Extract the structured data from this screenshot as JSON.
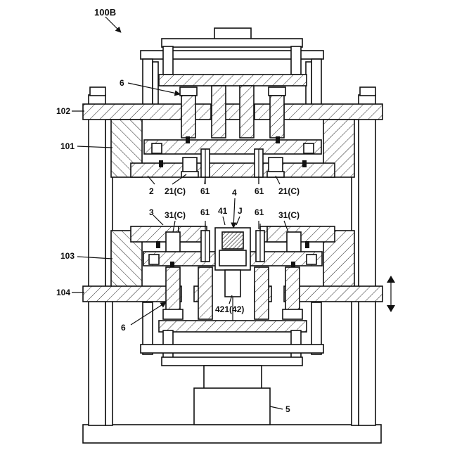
{
  "figure": {
    "id_label": "100B",
    "labels": {
      "l6_top": "6",
      "l102": "102",
      "l101": "101",
      "l2": "2",
      "l21c_a": "21(C)",
      "l61_a": "61",
      "l61_b": "61",
      "l21c_b": "21(C)",
      "l4": "4",
      "l3": "3",
      "l31c_a": "31(C)",
      "l61_c": "61",
      "l41": "41",
      "lJ": "J",
      "l61_d": "61",
      "l31c_b": "31(C)",
      "l103": "103",
      "l104": "104",
      "l6_bot": "6",
      "l421": "421(42)",
      "l5": "5"
    }
  }
}
